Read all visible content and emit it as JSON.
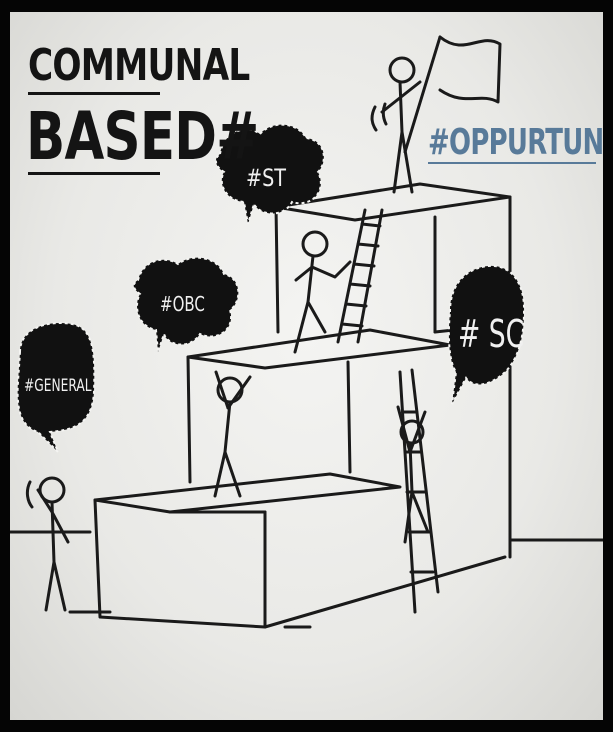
{
  "heading": {
    "line1": "COMMUNAL",
    "line2": "BASED#"
  },
  "flag_caption": "#OPPURTUNITY",
  "bubbles": {
    "general": "#GENERAL",
    "obc": "#OBC",
    "st": "#ST",
    "sc": "# SC"
  },
  "colors": {
    "ink": "#141414",
    "caption": "#587a99",
    "bubble": "#111111"
  }
}
